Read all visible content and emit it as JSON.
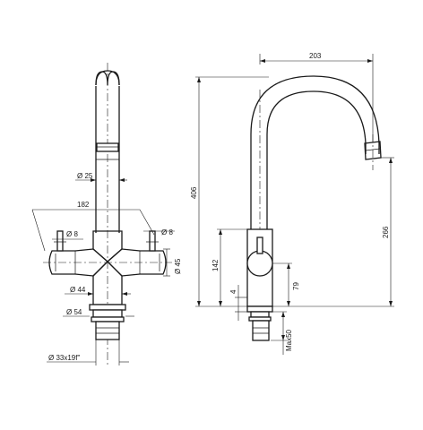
{
  "dimensions": {
    "spout_dia": "Ø 25",
    "handle_span": "182",
    "handle_dia_left": "Ø 8",
    "handle_dia_right": "Ø 8",
    "body_dia": "Ø 45",
    "base_dia": "Ø 44",
    "flange_dia": "Ø 54",
    "thread": "Ø 33x19f\"",
    "reach": "203",
    "total_height": "406",
    "spout_height": "266",
    "body_height": "142",
    "lever_height": "79",
    "base_gap": "4",
    "max_depth": "Max50"
  }
}
